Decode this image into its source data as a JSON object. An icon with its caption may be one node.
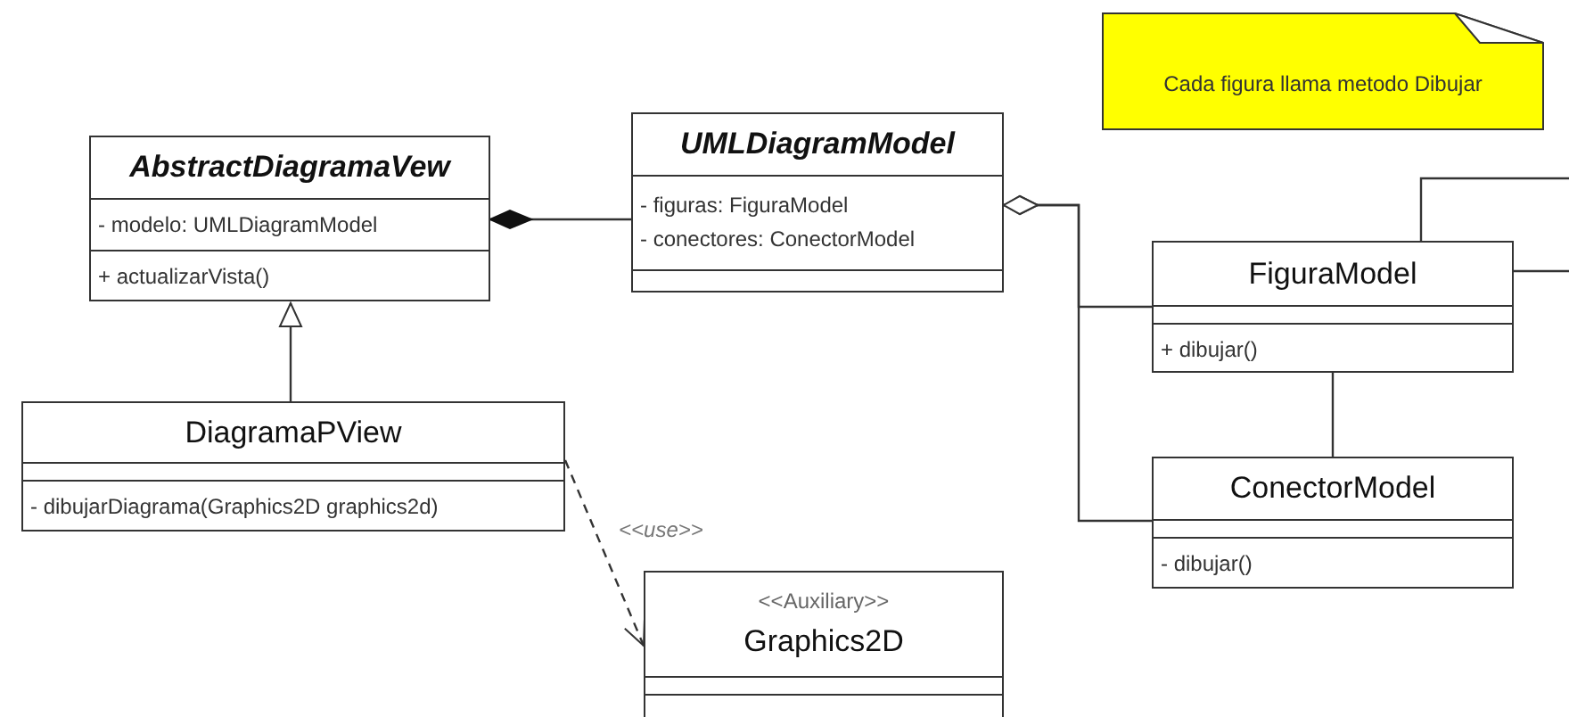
{
  "diagram": {
    "nodes": [
      {
        "text": [
          "Cada figura llama metodo Dibujar"
        ]
      },
      {
        "text": [
          "AbstractDiagramaVew",
          "- modelo: UMLDiagramModel",
          "+ actualizarVista()"
        ]
      },
      {
        "text": [
          "UMLDiagramModel",
          "- figuras: FiguraModel",
          "- conectores: ConectorModel"
        ]
      },
      {
        "text": [
          "FiguraModel",
          "+ dibujar()"
        ]
      },
      {
        "text": [
          "DiagramaPView",
          "- dibujarDiagrama(Graphics2D graphics2d)"
        ]
      },
      {
        "text": [
          "ConectorModel",
          "- dibujar()"
        ]
      },
      {
        "text": [
          "<<Auxiliary>>",
          "Graphics2D"
        ]
      }
    ],
    "edges": [
      {
        "from": 1,
        "to": 2,
        "arrow": "other"
      },
      {
        "from": 2,
        "to": 3,
        "arrow": "other"
      },
      {
        "from": 2,
        "to": 5,
        "arrow": "other"
      },
      {
        "from": 4,
        "to": 1,
        "arrow": "to"
      },
      {
        "from": 3,
        "to": 5,
        "arrow": "none"
      },
      {
        "from": 4,
        "to": 6,
        "arrow": "to",
        "label": "<<use>>",
        "style": "dashed"
      },
      {
        "from": 3,
        "to": 3,
        "arrow": "none"
      }
    ]
  }
}
